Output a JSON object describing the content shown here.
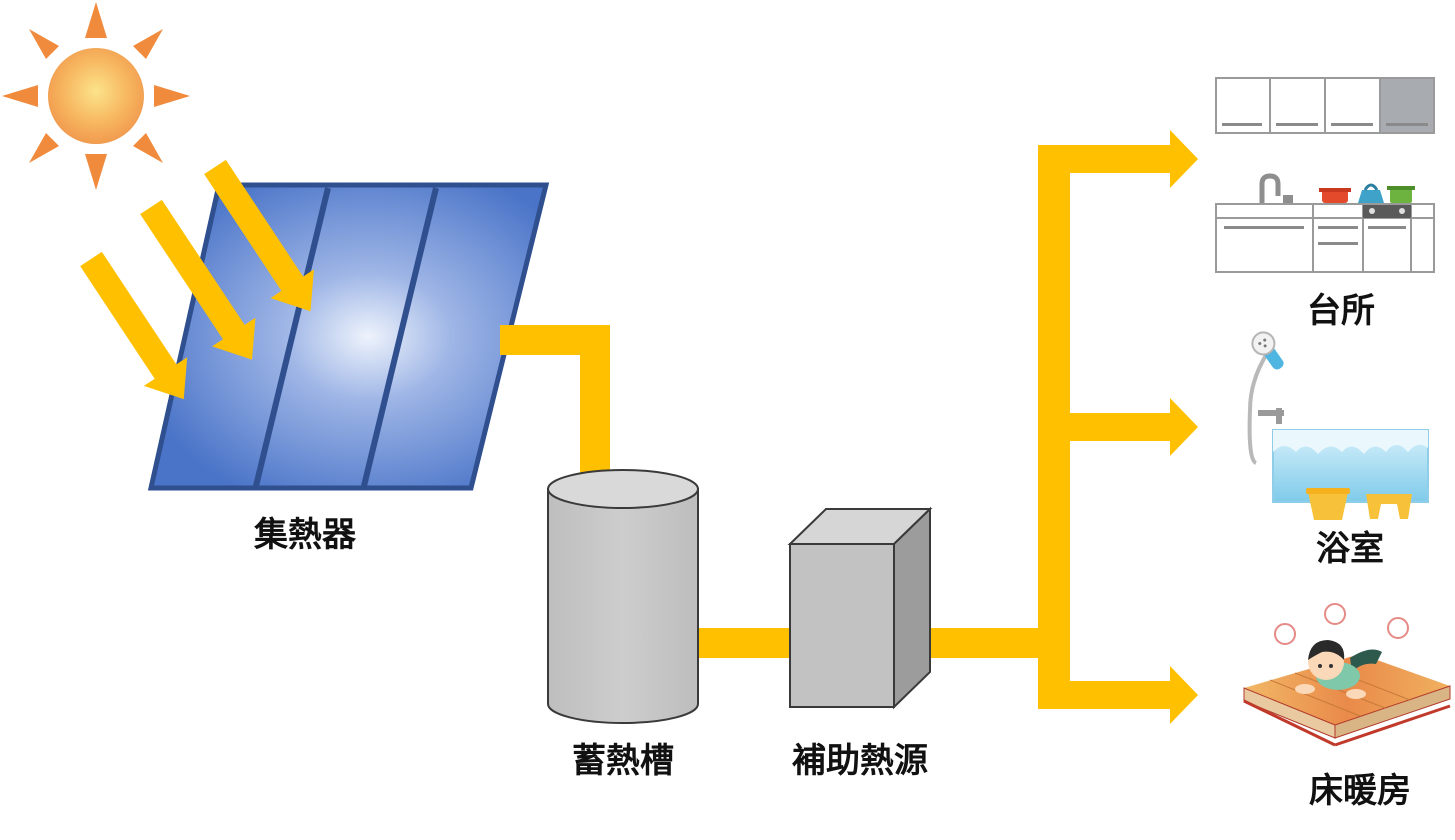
{
  "labels": {
    "collector": "集熱器",
    "storage_tank": "蓄熱槽",
    "auxiliary_heat": "補助熱源",
    "kitchen": "台所",
    "bathroom": "浴室",
    "floor_heating": "床暖房"
  },
  "colors": {
    "pipe": "#FFC000",
    "sun_rays": "#F08A3C",
    "sun_core": "#F9C15A",
    "panel_frame": "#2F4F8F",
    "panel_fill": "#5A82D0",
    "tank": "#C8C8C8",
    "tank_outline": "#3A3A3A"
  },
  "icons": {
    "sun": "sun-icon",
    "kitchen": "kitchen-icon",
    "bathroom": "bathtub-icon",
    "floor_heating": "floor-heating-icon"
  }
}
